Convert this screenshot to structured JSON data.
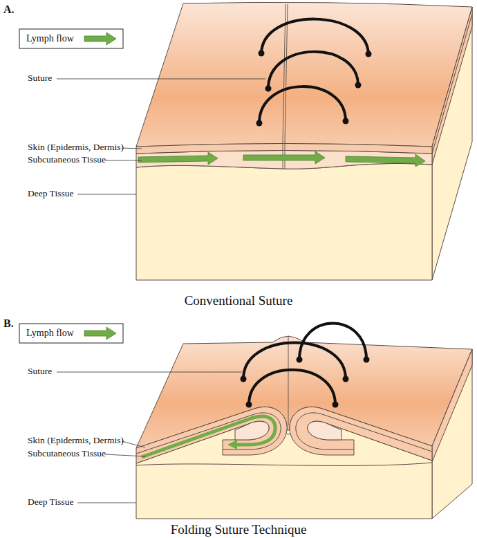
{
  "diagram": {
    "labels": [
      "A.",
      "Suture",
      "Skin (Epidermis, Dermis)",
      "Subcutaneous Tissue",
      "Deep Tissue",
      "Conventional Suture",
      "B.",
      "Suture",
      "Skin (Epidermis, Dermis)",
      "Subcutaneous Tissue",
      "Deep Tissue",
      "Folding Suture Technique"
    ],
    "legend": [
      {
        "text": "Lymph flow"
      },
      {
        "text": "Lymph flow"
      }
    ]
  }
}
